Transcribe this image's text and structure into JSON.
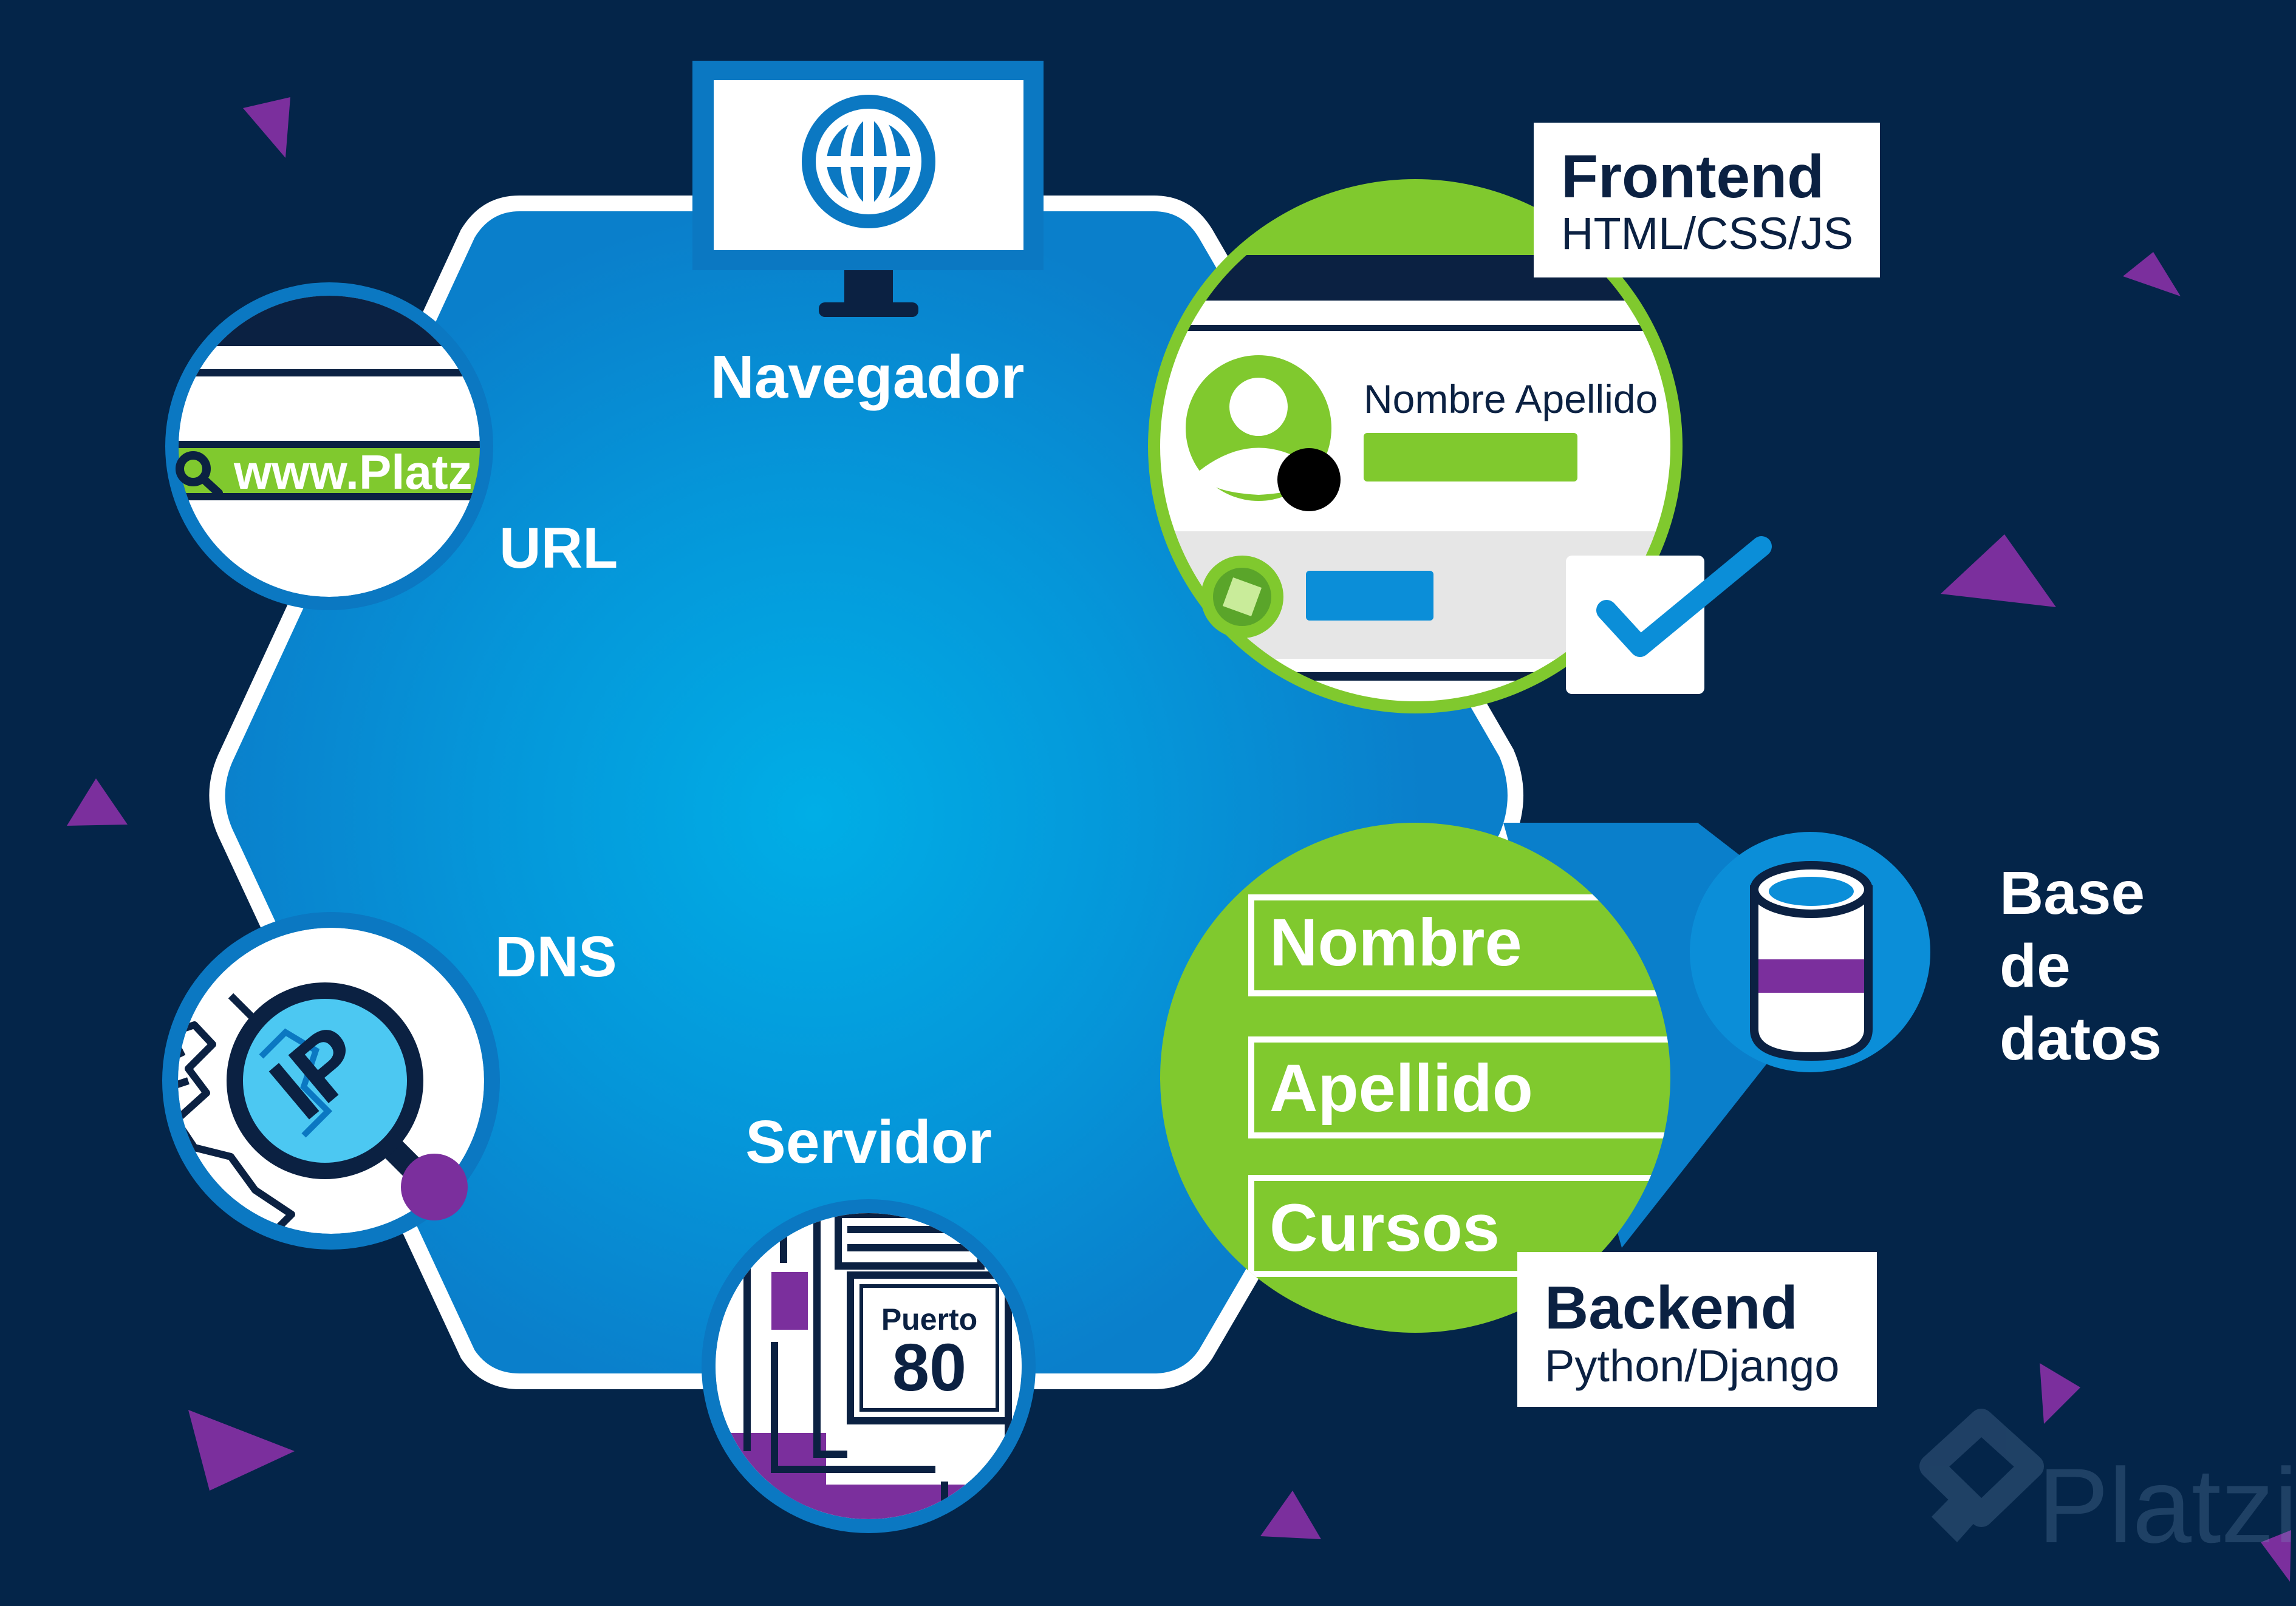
{
  "colors": {
    "background": "#042549",
    "hexagon_outer": "#00a9e2",
    "hexagon_inner": "#0680cc",
    "outline": "#ffffff",
    "green": "#80c92e",
    "purple": "#7b2f9d",
    "dark_navy": "#0b2142",
    "light_blue": "#4cc8f2"
  },
  "icons": [
    "globe-icon",
    "monitor-icon",
    "search-icon",
    "user-avatar-icon",
    "checkbox-check-icon",
    "database-icon",
    "magnifier-icon",
    "world-map-icon",
    "server-icon",
    "platzi-logo-icon"
  ],
  "nodes": {
    "browser": {
      "label": "Navegador"
    },
    "url": {
      "label": "URL",
      "address_text": "www.Platz"
    },
    "frontend": {
      "title": "Frontend",
      "subtitle": "HTML/CSS/JS",
      "profile_name": "Nombre Apellido"
    },
    "dns": {
      "label": "DNS",
      "ip_text": "IP"
    },
    "server": {
      "label": "Servidor",
      "port_label": "Puerto",
      "port_number": "80"
    },
    "backend": {
      "title": "Backend",
      "subtitle": "Python/Django",
      "fields": [
        "Nombre",
        "Apellido",
        "Cursos"
      ]
    },
    "database": {
      "label_lines": [
        "Base",
        "de",
        "datos"
      ]
    }
  },
  "watermark": {
    "text": "Platzi"
  }
}
